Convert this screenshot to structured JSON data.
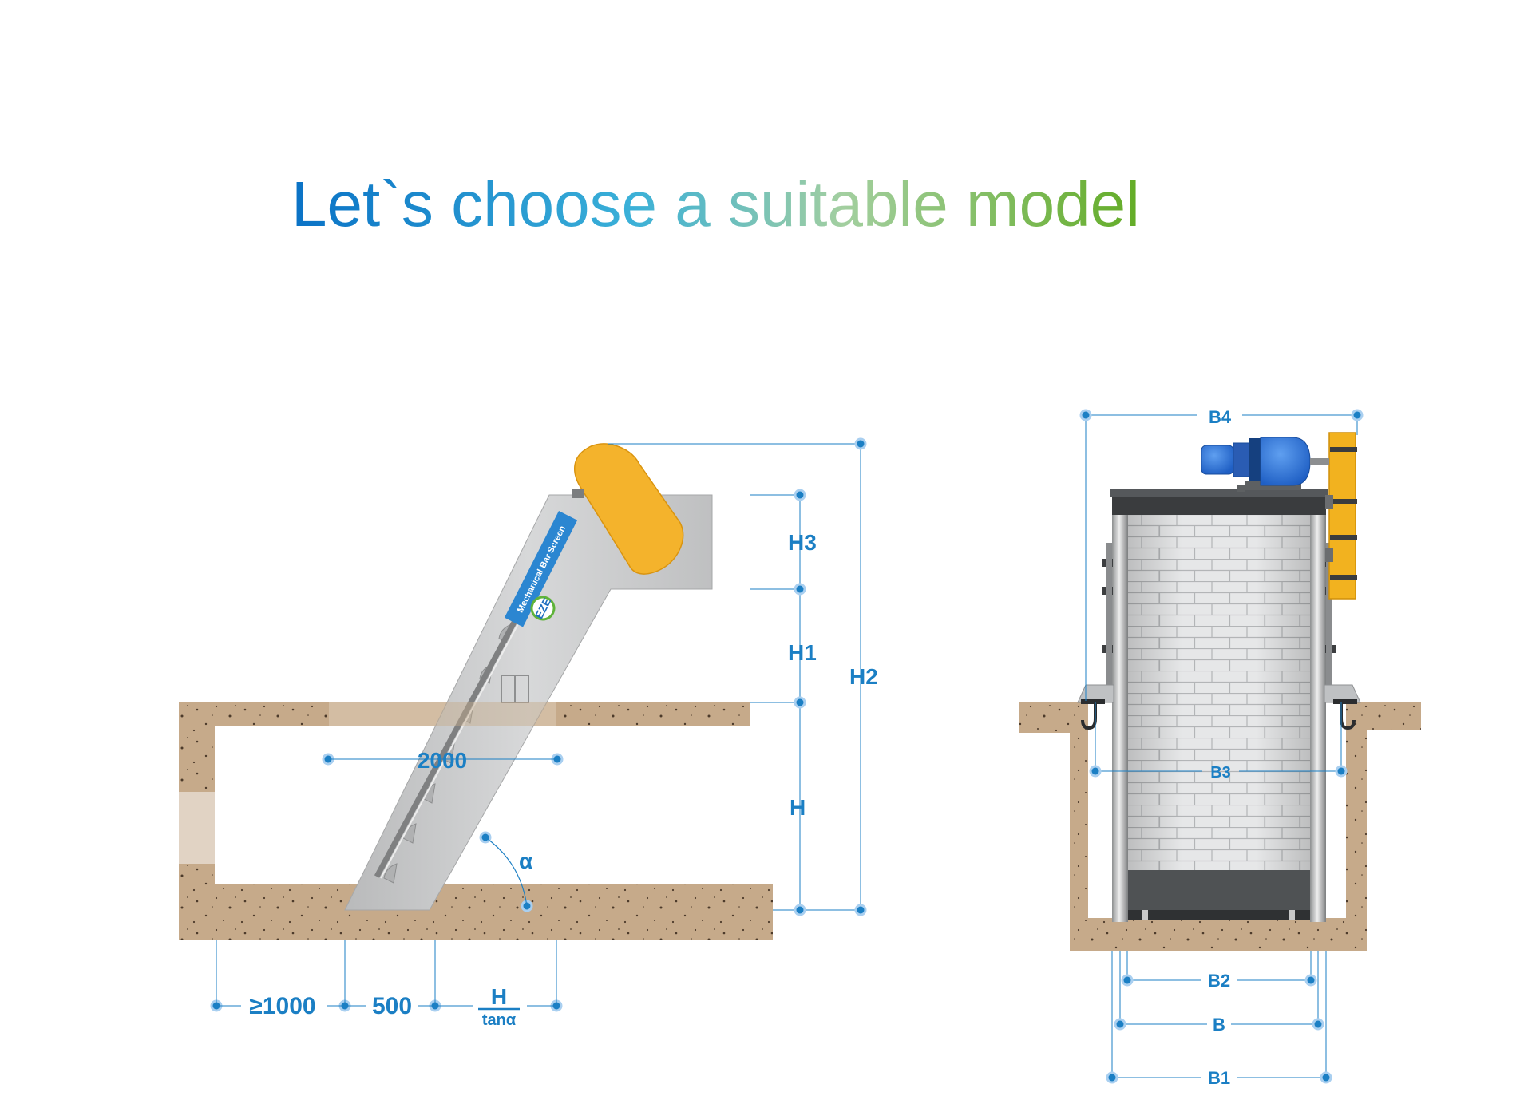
{
  "title": "Let`s choose a suitable model",
  "title_gradient": [
    "#0a72c6",
    "#4bb3cf",
    "#9ccf8e",
    "#6aae2c"
  ],
  "colors": {
    "dimension": "#1b7fc4",
    "soil": "#c6aa8a",
    "soil_dark": "#a8896b",
    "screen_body": "#c9cacb",
    "drive_arm": "#f4b32c",
    "label_band": "#2b86d1",
    "motor": "#2f6fd6",
    "frame_plate": "#f2b21f",
    "brick": "#e4e5e6"
  },
  "brand": {
    "logo": "EZE",
    "label": "Mechanical Bar Screen"
  },
  "side_view": {
    "dims": {
      "h3": "H3",
      "h1": "H1",
      "h2": "H2",
      "h": "H",
      "alpha": "α",
      "length": "2000",
      "min_gap": "≥1000",
      "offset": "500",
      "frac_top": "H",
      "frac_bottom": "tanα"
    }
  },
  "front_view": {
    "dims": {
      "b4": "B4",
      "b3": "B3",
      "b2": "B2",
      "b": "B",
      "b1": "B1"
    }
  }
}
